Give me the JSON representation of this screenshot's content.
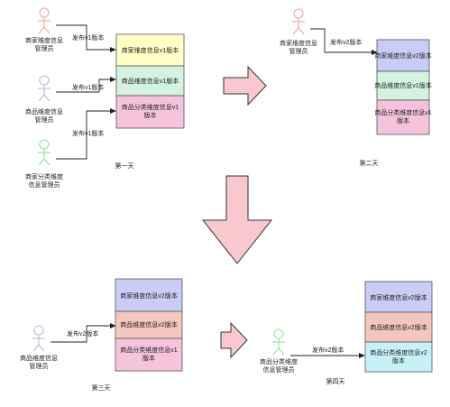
{
  "actor_colors": {
    "merchant": "#f4a3a3",
    "product": "#c6b3e6",
    "category": "#8ee49c"
  },
  "box_colors": {
    "yellow": "#ffffc6",
    "green": "#d4f2e0",
    "pink": "#f5c4dc",
    "purple": "#c9cdf5",
    "salmon": "#f5c6c0",
    "cyan": "#c6f2f7"
  },
  "panel1": {
    "actors": {
      "merchant": [
        "商家维度信息",
        "管理员"
      ],
      "product": [
        "商品维度信息",
        "管理员"
      ],
      "category": [
        "商家分类维度",
        "信息管理员"
      ]
    },
    "edges": [
      "发布v1版本",
      "发布v1版本",
      "发布v1版本"
    ],
    "boxes": [
      [
        "商家维度信息v1版本"
      ],
      [
        "商品维度信息v1版本"
      ],
      [
        "商品分类维度信息v1",
        "版本"
      ]
    ],
    "caption": "第一天"
  },
  "panel2": {
    "actor": [
      "商家维度信息",
      "管理员"
    ],
    "edge": "发布v2版本",
    "boxes": [
      [
        "商家维度信息v2版本"
      ],
      [
        "商品维度信息v1版本"
      ],
      [
        "商品分类维度信息v1",
        "版本"
      ]
    ],
    "caption": "第二天"
  },
  "panel3": {
    "actor": [
      "商品维度信息",
      "管理员"
    ],
    "edge": "发布v2版本",
    "boxes": [
      [
        "商家维度信息v2版本"
      ],
      [
        "商品维度信息v2版本"
      ],
      [
        "商品分类维度信息v1",
        "版本"
      ]
    ],
    "caption": "第三天"
  },
  "panel4": {
    "actor": [
      "商品分类维度",
      "信息管理员"
    ],
    "edge": "发布v2版本",
    "boxes": [
      [
        "商家维度信息v2版本"
      ],
      [
        "商品维度信息v2版本"
      ],
      [
        "商品分类维度信息v2",
        "版本"
      ]
    ],
    "caption": "第四天"
  }
}
